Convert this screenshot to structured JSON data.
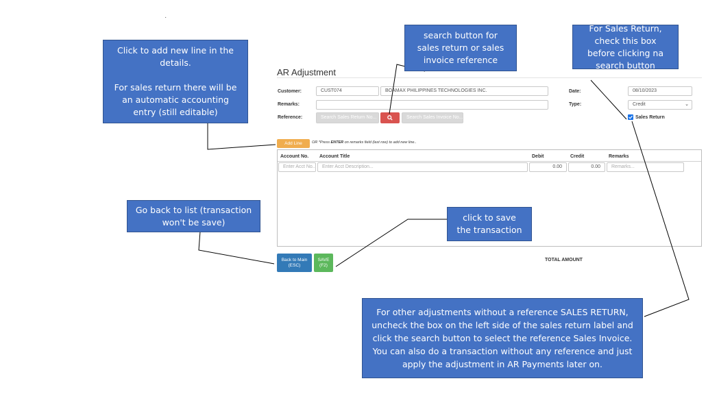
{
  "stray_text": "·",
  "form": {
    "title": "AR Adjustment",
    "customer": {
      "label": "Customer:",
      "code": "CUST074",
      "name": "BOAMAX PHILIPPINES TECHNOLOGIES INC."
    },
    "remarks": {
      "label": "Remarks:",
      "value": ""
    },
    "reference": {
      "label": "Reference:",
      "sales_return_placeholder": "Search Sales Return No...",
      "search_icon": "search-icon",
      "sales_invoice_placeholder": "Search Sales Invoice No..."
    },
    "date": {
      "label": "Date:",
      "value": "08/10/2023"
    },
    "type": {
      "label": "Type:",
      "value": "Credit"
    },
    "sales_return": {
      "label": "Sales Return",
      "checked": true
    },
    "add_line": {
      "label": "Add Line",
      "hint_prefix": "OR *Press ",
      "hint_key": "ENTER",
      "hint_suffix": " on remarks field (last row) to add new line.."
    },
    "table": {
      "headers": [
        "Account No.",
        "Account Title",
        "Debit",
        "Credit",
        "Remarks"
      ],
      "row": {
        "acct_no_placeholder": "Enter Acct No...",
        "acct_desc_placeholder": "Enter Acct Description...",
        "debit": "0.00",
        "credit": "0.00",
        "remarks_placeholder": "Remarks..."
      }
    },
    "back_button": {
      "line1": "Back to Main",
      "line2": "(ESC)"
    },
    "save_button": {
      "line1": "SAVE",
      "line2": "(F2)"
    },
    "total_label": "TOTAL AMOUNT"
  },
  "callouts": {
    "add_line": {
      "line1": "Click to add new line in the details.",
      "line2": "For sales return there will be an automatic accounting entry (still editable)"
    },
    "search": {
      "text": "search button for sales return or sales invoice reference"
    },
    "sales_return": {
      "text": "For Sales Return, check this box before clicking na search button"
    },
    "back": {
      "text": "Go back to list (transaction won't be save)"
    },
    "save": {
      "text": "click to save the transaction"
    },
    "other": {
      "text": "For other adjustments without a reference SALES RETURN, uncheck the box on the left side of the sales return label and click the search button to select the reference Sales Invoice. You can also do a transaction without any reference and just apply the adjustment in AR Payments later on."
    }
  },
  "colors": {
    "callout_bg": "#4472c4",
    "search_btn": "#d9534f",
    "add_line_btn": "#f0ad4e",
    "back_btn": "#337ab7",
    "save_btn": "#5cb85c"
  }
}
